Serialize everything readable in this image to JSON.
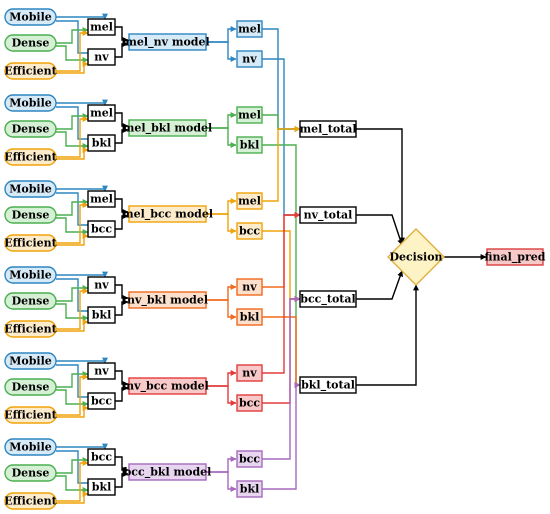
{
  "inputs": {
    "mobile": "Mobile",
    "dense": "Dense",
    "efficient": "Efficient"
  },
  "pipelines": [
    {
      "model": "mel_nv model",
      "feature_a": "mel",
      "feature_b": "nv",
      "color": "#2e86c1",
      "fill": "#d6eaf8"
    },
    {
      "model": "mel_bkl model",
      "feature_a": "mel",
      "feature_b": "bkl",
      "color": "#4caf50",
      "fill": "#d5f0d5"
    },
    {
      "model": "mel_bcc model",
      "feature_a": "mel",
      "feature_b": "bcc",
      "color": "#f0a30a",
      "fill": "#fdeccc"
    },
    {
      "model": "nv_bkl model",
      "feature_a": "nv",
      "feature_b": "bkl",
      "color": "#f06a1e",
      "fill": "#fde0cc"
    },
    {
      "model": "nv_bcc model",
      "feature_a": "nv",
      "feature_b": "bcc",
      "color": "#e33b3b",
      "fill": "#f8c9c9"
    },
    {
      "model": "bcc_bkl model",
      "feature_a": "bcc",
      "feature_b": "bkl",
      "color": "#a569bd",
      "fill": "#e8d6f0"
    }
  ],
  "totals": {
    "mel": "mel_total",
    "nv": "nv_total",
    "bcc": "bcc_total",
    "bkl": "bkl_total"
  },
  "decision": "Decision",
  "final": "final_pred",
  "colors": {
    "input_blue": "#2e86c1",
    "input_green": "#4caf50",
    "input_orange": "#f0a30a",
    "input_blue_fill": "#d6eaf8",
    "input_green_fill": "#d5f0d5",
    "input_orange_fill": "#fdeccc",
    "decision_fill": "#fdf3c4",
    "decision_stroke": "#e0b040",
    "final_fill": "#f8c9c9",
    "final_stroke": "#d84040",
    "line_black": "#000000"
  }
}
